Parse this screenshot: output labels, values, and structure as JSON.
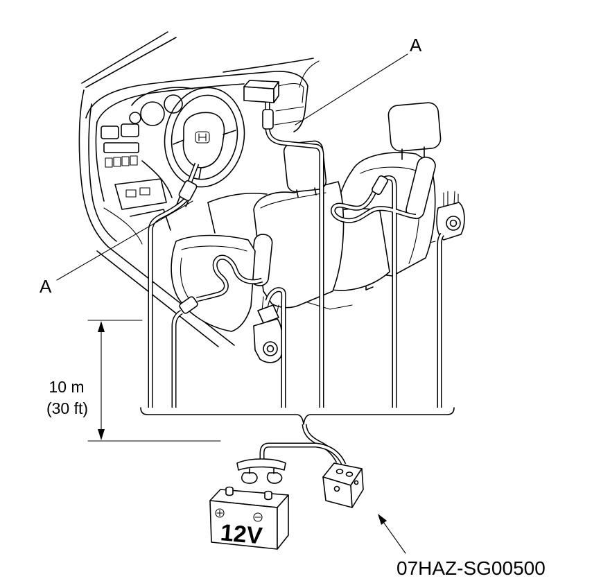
{
  "diagram": {
    "callout_top": "A",
    "callout_left": "A",
    "dimension_metric": "10 m",
    "dimension_imperial": "(30 ft)",
    "battery_label": "12V",
    "figure_id": "07HAZ-SG00500"
  }
}
